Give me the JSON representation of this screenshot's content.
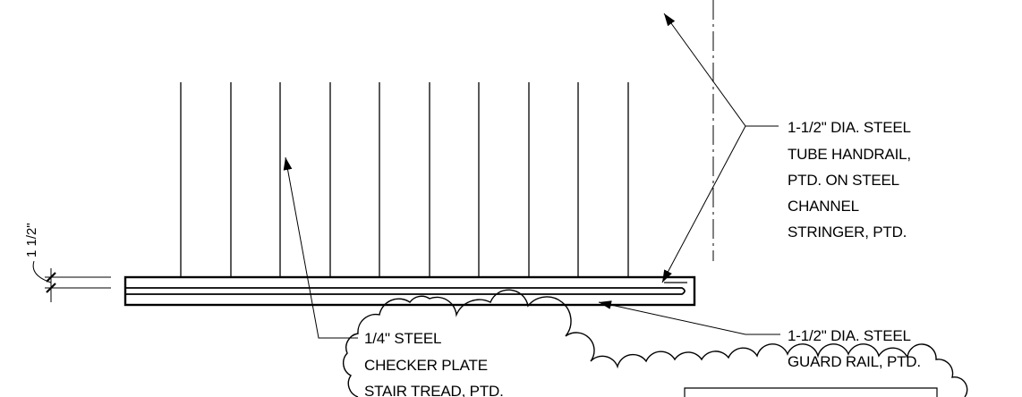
{
  "drawing": {
    "dimension": {
      "label": "1 1/2\""
    },
    "notes": {
      "handrail": [
        "1-1/2\" DIA. STEEL",
        "TUBE HANDRAIL,",
        "PTD. ON STEEL",
        "CHANNEL",
        "STRINGER, PTD."
      ],
      "tread": [
        "1/4\" STEEL",
        "CHECKER PLATE",
        "STAIR TREAD, PTD."
      ],
      "guardrail": [
        "1-1/2\" DIA. STEEL",
        "GUARD RAIL, PTD."
      ]
    },
    "colors": {
      "line": "#000000",
      "background": "#ffffff"
    }
  }
}
